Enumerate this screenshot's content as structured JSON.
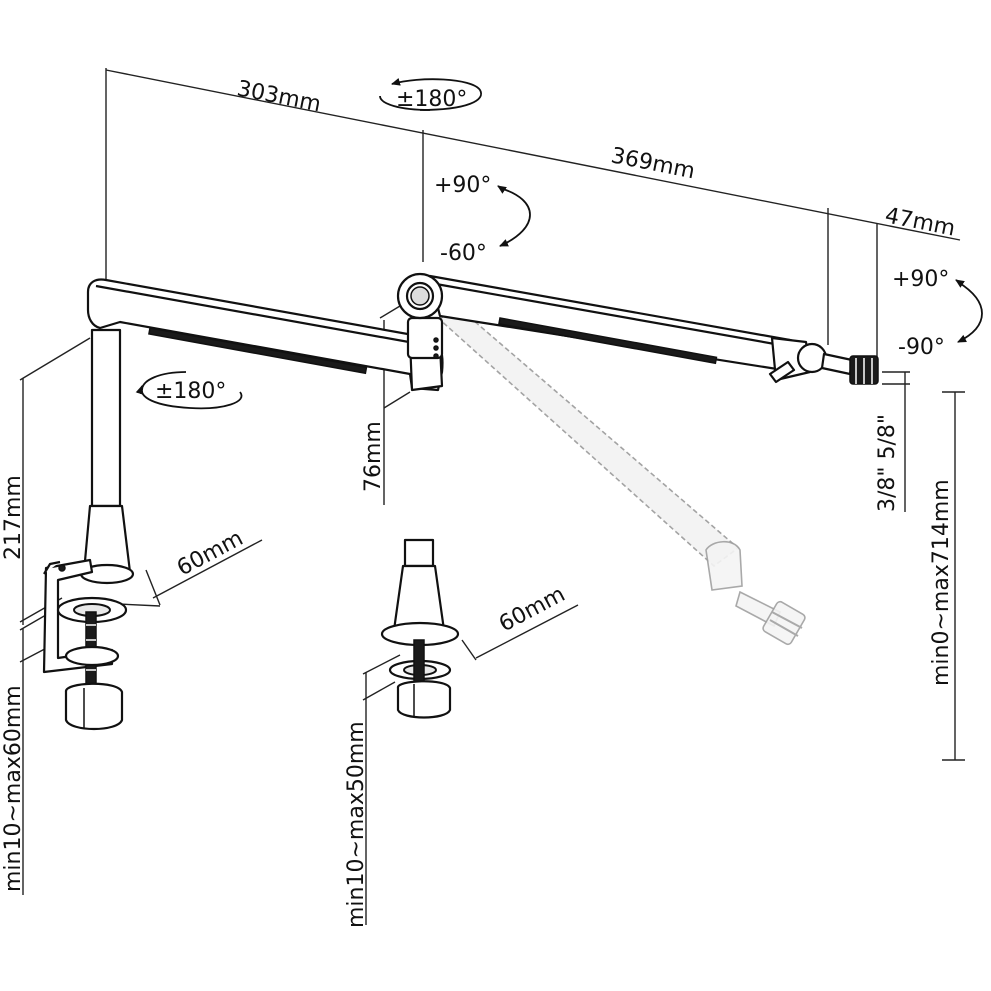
{
  "dimensions": {
    "arm1_length": "303mm",
    "arm2_length": "369mm",
    "end_offset": "47mm",
    "riser_height": "217mm",
    "joint_height": "76mm",
    "base_diameter_left": "60mm",
    "base_diameter_center": "60mm",
    "thread_size": "3/8\" 5/8\"",
    "reach_range": "min0~max714mm",
    "clamp_range_left": "min10~max60mm",
    "clamp_range_center": "min10~max50mm"
  },
  "rotations": {
    "top_joint": "±180°",
    "base_joint": "±180°",
    "elbow_up": "+90°",
    "elbow_down": "-60°",
    "mount_up": "+90°",
    "mount_down": "-90°"
  }
}
